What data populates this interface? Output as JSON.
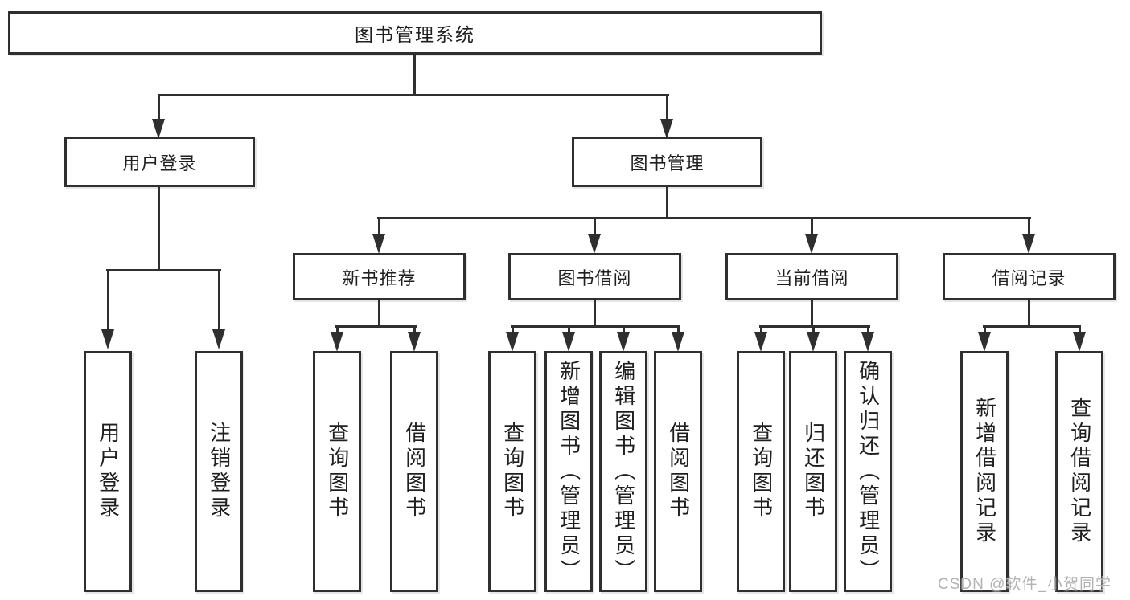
{
  "diagram": {
    "type": "hierarchy-tree",
    "ink_color": "#2f2f2f",
    "background_color": "#ffffff",
    "nodes": {
      "root": "图书管理系统",
      "user_login": "用户登录",
      "book_mgmt": "图书管理",
      "new_book_rec": "新书推荐",
      "book_borrow": "图书借阅",
      "current_borrow": "当前借阅",
      "borrow_records": "借阅记录",
      "leaf_user_login": "用户登录",
      "leaf_logout": "注销登录",
      "leaf_nb_query": "查询图书",
      "leaf_nb_borrow": "借阅图书",
      "leaf_bb_query": "查询图书",
      "leaf_bb_add": "新增图书（管理员）",
      "leaf_bb_edit": "编辑图书（管理员）",
      "leaf_bb_borrow": "借阅图书",
      "leaf_cb_query": "查询图书",
      "leaf_cb_return": "归还图书",
      "leaf_cb_confirm": "确认归还（管理员）",
      "leaf_br_add": "新增借阅记录",
      "leaf_br_query": "查询借阅记录"
    },
    "edges": [
      [
        "root",
        "user_login"
      ],
      [
        "root",
        "book_mgmt"
      ],
      [
        "user_login",
        "leaf_user_login"
      ],
      [
        "user_login",
        "leaf_logout"
      ],
      [
        "book_mgmt",
        "new_book_rec"
      ],
      [
        "book_mgmt",
        "book_borrow"
      ],
      [
        "book_mgmt",
        "current_borrow"
      ],
      [
        "book_mgmt",
        "borrow_records"
      ],
      [
        "new_book_rec",
        "leaf_nb_query"
      ],
      [
        "new_book_rec",
        "leaf_nb_borrow"
      ],
      [
        "book_borrow",
        "leaf_bb_query"
      ],
      [
        "book_borrow",
        "leaf_bb_add"
      ],
      [
        "book_borrow",
        "leaf_bb_edit"
      ],
      [
        "book_borrow",
        "leaf_bb_borrow"
      ],
      [
        "current_borrow",
        "leaf_cb_query"
      ],
      [
        "current_borrow",
        "leaf_cb_return"
      ],
      [
        "current_borrow",
        "leaf_cb_confirm"
      ],
      [
        "borrow_records",
        "leaf_br_add"
      ],
      [
        "borrow_records",
        "leaf_br_query"
      ]
    ]
  },
  "watermark": {
    "text": "CSDN @软件_小贺同学",
    "color": "#b2b2b2"
  }
}
